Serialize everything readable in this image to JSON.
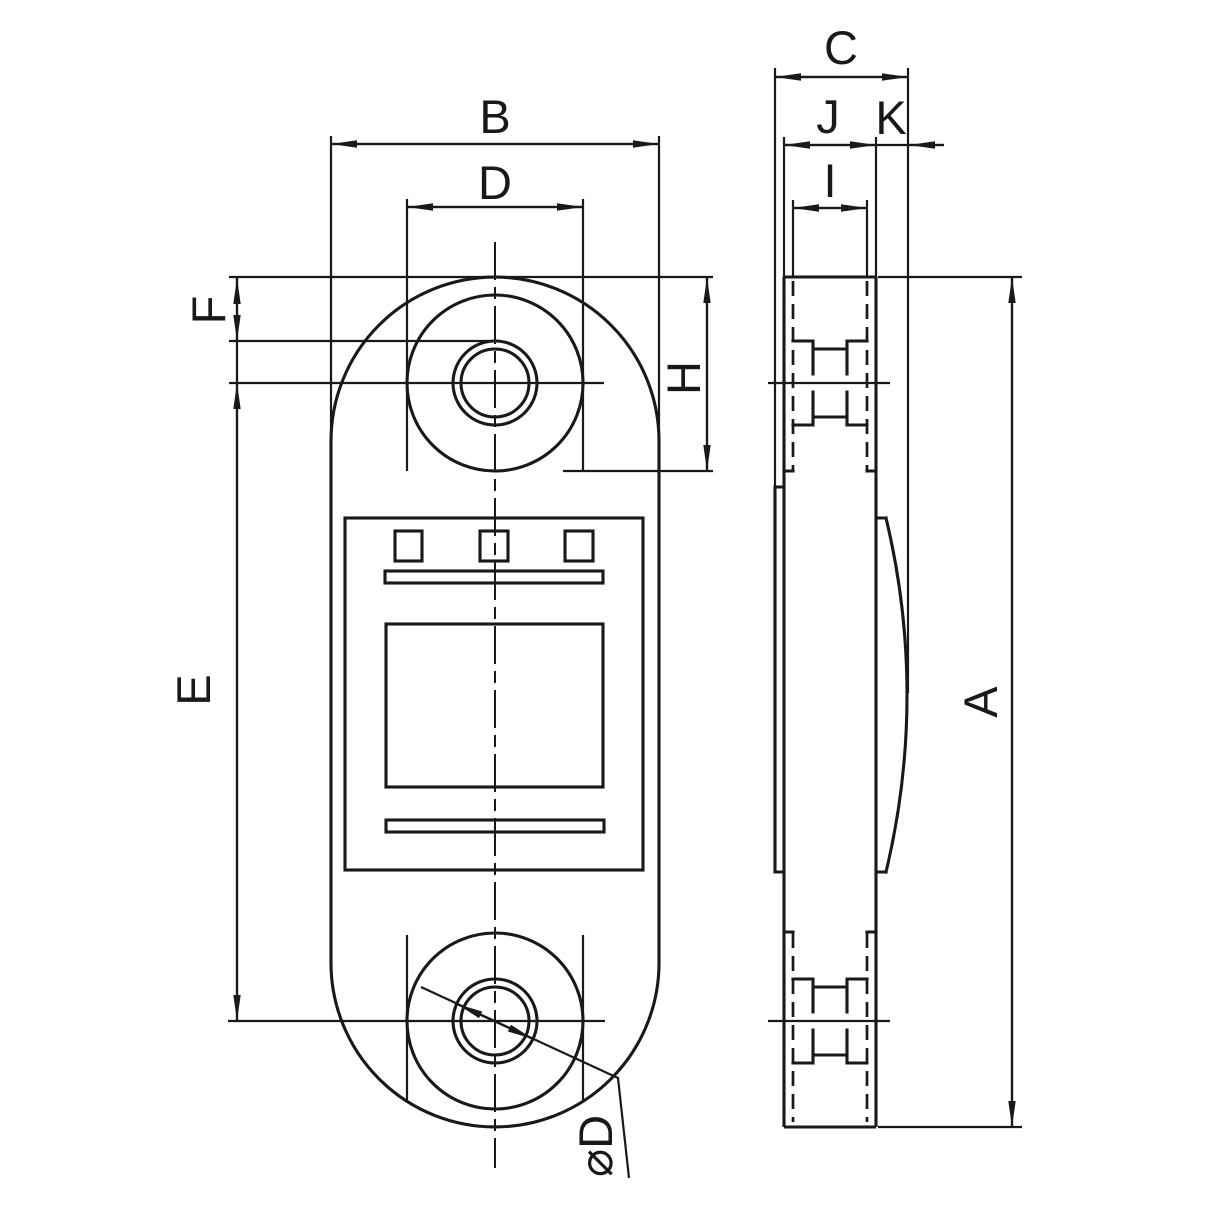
{
  "drawing": {
    "labels": {
      "a": "A",
      "b": "B",
      "c": "C",
      "d": "D",
      "e": "E",
      "f": "F",
      "h": "H",
      "i": "I",
      "j": "J",
      "k": "K",
      "phi_d": "⌀D"
    },
    "colors": {
      "line": "#191919",
      "background": "#ffffff"
    }
  }
}
